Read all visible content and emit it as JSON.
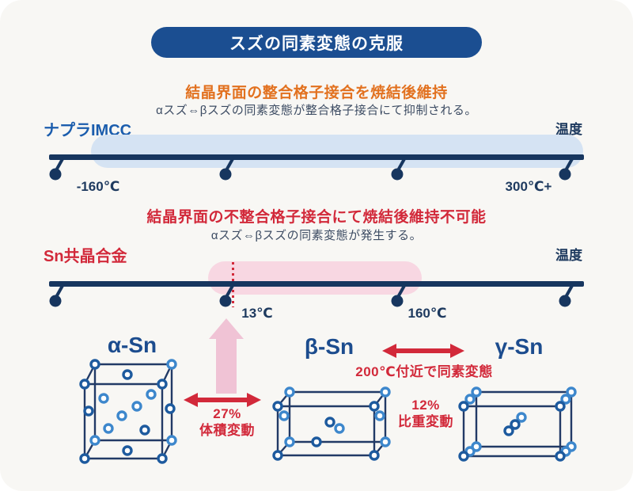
{
  "title": "スズの同素変態の克服",
  "imcc_section": {
    "heading": "結晶界面の整合格子接合を焼結後維持",
    "subheading": "αスズ⇔βスズの同素変態が整合格子接合にて抑制される。",
    "label": "ナプラIMCC",
    "axis_label": "温度",
    "tick_left": "-160℃",
    "tick_right": "300℃+"
  },
  "eutectic_section": {
    "heading": "結晶界面の不整合格子接合にて焼結後維持不可能",
    "subheading": "αスズ⇔βスズの同素変態が発生する。",
    "label": "Sn共晶合金",
    "axis_label": "温度",
    "tick_13": "13℃",
    "tick_160": "160℃"
  },
  "phases": {
    "alpha": "α-Sn",
    "beta": "β-Sn",
    "gamma": "γ-Sn",
    "beta_gamma_note": "200℃付近で同素変態",
    "volume_change_pct": "27%",
    "volume_change_label": "体積変動",
    "density_change_pct": "12%",
    "density_change_label": "比重変動"
  },
  "colors": {
    "background": "#f8f7f4",
    "title_bg": "#1b4e91",
    "orange_heading": "#e2711f",
    "red_accent": "#d2293a",
    "navy_text": "#1e3a5f",
    "blue_label": "#1b5dad",
    "timeline": "#17365f",
    "band_blue": "#d5e3f3",
    "band_pink": "#f8d7e2",
    "pink_arrow": "#f0c3d5",
    "atom_dark": "#1d5a9e",
    "atom_light": "#3d87cc"
  }
}
